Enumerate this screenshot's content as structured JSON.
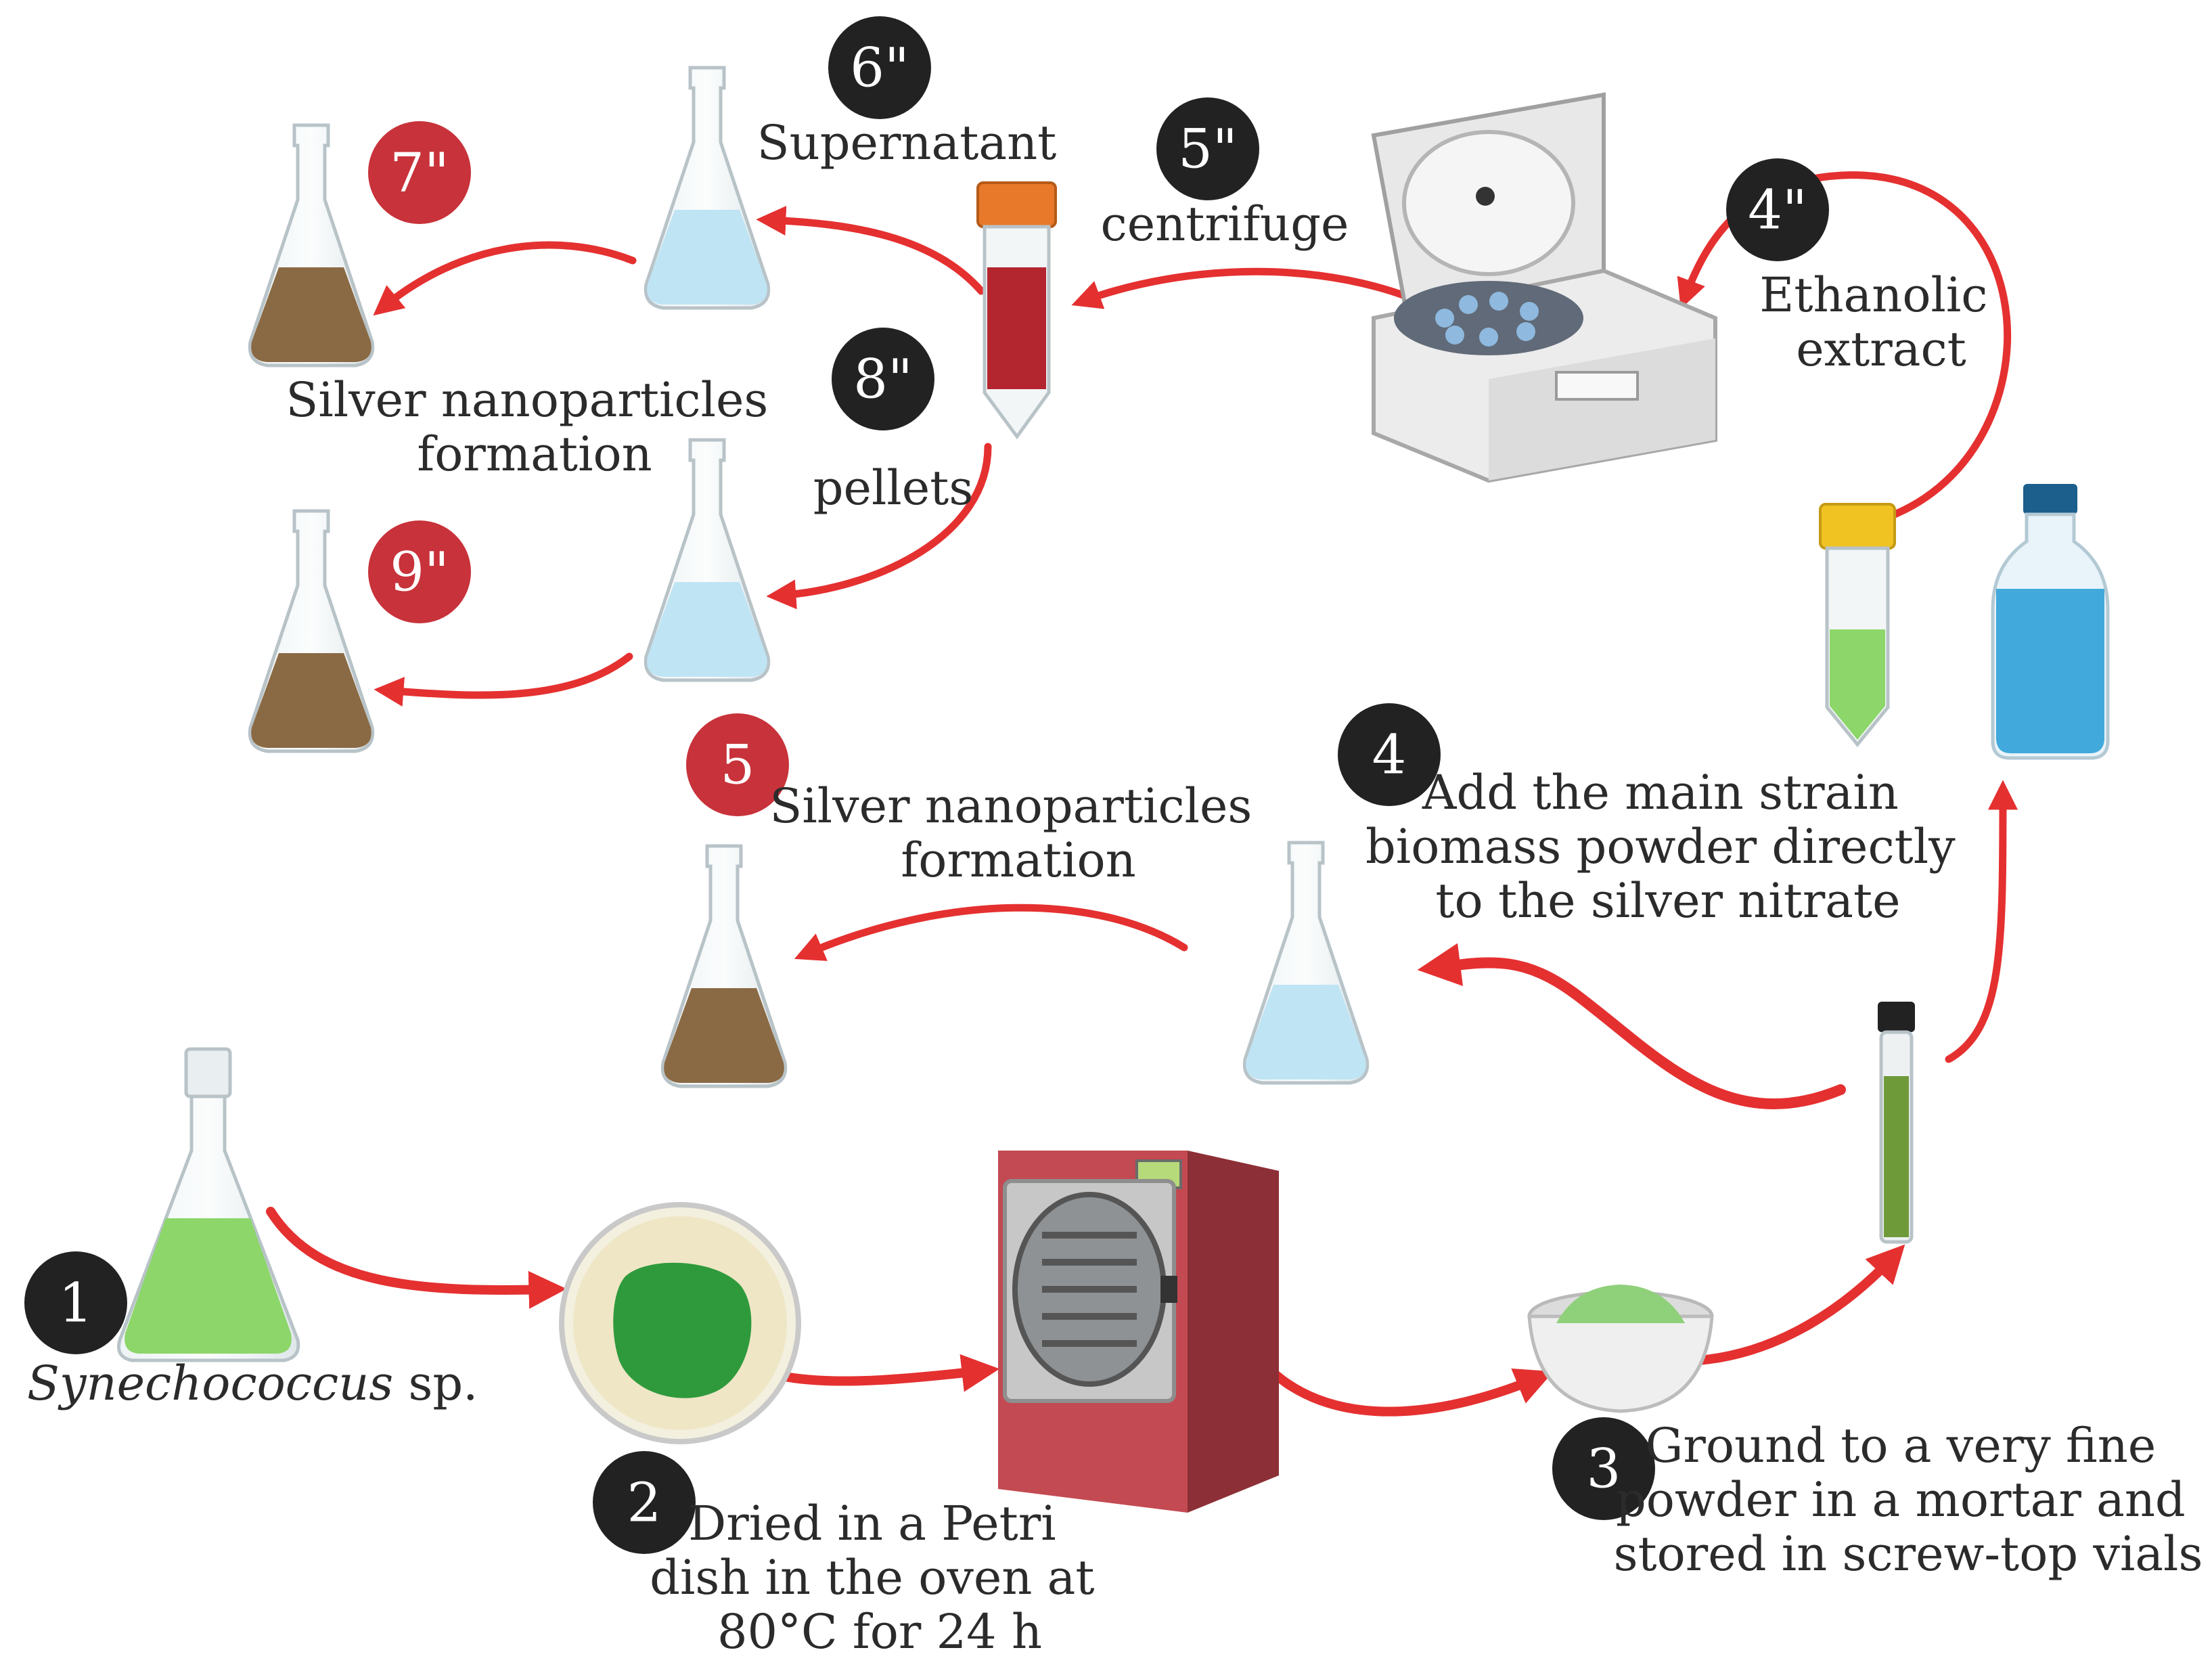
{
  "colors": {
    "arrow": "#e53030",
    "badge_dark": "#222222",
    "badge_red": "#c8323a",
    "green_culture": "#8cd66a",
    "blue_liquid": "#bfe4f4",
    "brown_nanoparticles": "#8a6a44",
    "oven_red": "#b4424a"
  },
  "steps": [
    {
      "badge": "1",
      "label_italic": "Synechococcus",
      "label_rest": " sp."
    },
    {
      "badge": "2",
      "lines": [
        "Dried in a Petri",
        "dish in the oven at",
        "80°C for 24 h"
      ]
    },
    {
      "badge": "3",
      "lines": [
        "Ground to a very fine",
        "powder in a mortar and",
        "stored in screw-top vials"
      ]
    },
    {
      "badge": "4",
      "lines": [
        "Add the main strain",
        "biomass powder directly",
        "to the silver nitrate"
      ]
    },
    {
      "badge": "5",
      "lines": [
        "Silver nanoparticles",
        "formation"
      ]
    }
  ],
  "alt_steps": [
    {
      "badge": "4\"",
      "lines": [
        "Ethanolic",
        "extract"
      ]
    },
    {
      "badge": "5\"",
      "lines": [
        "centrifuge"
      ]
    },
    {
      "badge": "6\"",
      "lines": [
        "Supernatant"
      ]
    },
    {
      "badge": "7\""
    },
    {
      "badge": "8\"",
      "lines": [
        "pellets"
      ]
    },
    {
      "badge": "9\""
    },
    {
      "lines": [
        "Silver nanoparticles",
        "formation"
      ]
    }
  ],
  "icons": [
    "culture-flask-icon",
    "petri-dish-icon",
    "oven-icon",
    "mortar-bowl-icon",
    "screw-top-vial-icon",
    "silver-nitrate-flask-icon",
    "nanoparticle-flask-icon",
    "ethanol-bottle-icon",
    "extract-tube-icon",
    "centrifuge-icon",
    "centrifuge-tube-icon",
    "supernatant-flask-icon",
    "pellet-flask-icon"
  ]
}
